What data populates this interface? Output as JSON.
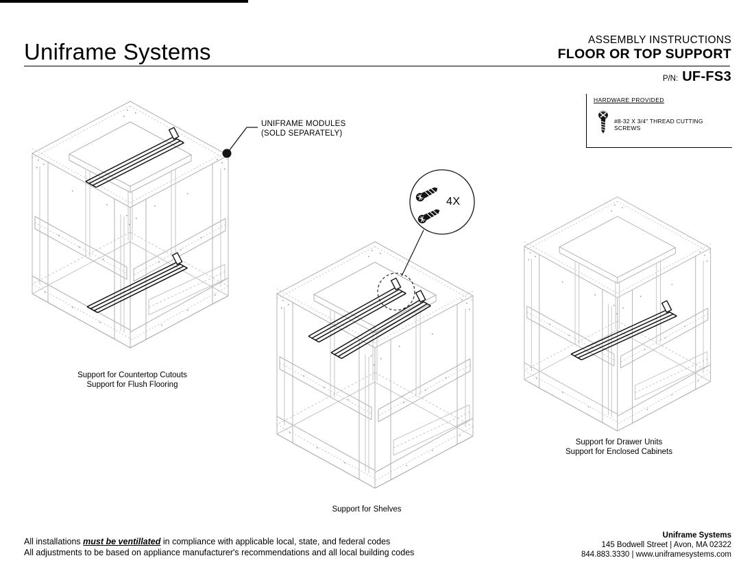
{
  "header": {
    "company": "Uniframe Systems",
    "doc_subtitle": "ASSEMBLY INSTRUCTIONS",
    "doc_title": "FLOOR OR TOP SUPPORT",
    "part_number_label": "P/N:",
    "part_number": "UF-FS3"
  },
  "hardware_box": {
    "heading": "HARDWARE PROVIDED",
    "item": "#8-32 X 3/4\" THREAD CUTTING SCREWS"
  },
  "callouts": {
    "modules_line1": "UNIFRAME MODULES",
    "modules_line2": "(SOLD SEPARATELY)",
    "quantity": "4X"
  },
  "figures": [
    {
      "caption_line1": "Support for Countertop Cutouts",
      "caption_line2": "Support for Flush Flooring"
    },
    {
      "caption_line1": "Support for Shelves",
      "caption_line2": ""
    },
    {
      "caption_line1": "Support for Drawer Units",
      "caption_line2": "Support for Enclosed Cabinets"
    }
  ],
  "footer": {
    "left_line1_pre": "All installations ",
    "left_line1_emphasis": "must be ventillated",
    "left_line1_post": " in compliance with applicable local, state, and federal codes",
    "left_line2": "All adjustments to be based on appliance manufacturer's recommendations and all local building codes",
    "right_company": "Uniframe Systems",
    "right_address": "145 Bodwell Street | Avon, MA 02322",
    "right_contact": "844.883.3330 | www.uniframesystems.com"
  },
  "colors": {
    "drawing_gray": "#b0b0b0",
    "drawing_light": "#c4c4c4",
    "ink": "#141414"
  }
}
